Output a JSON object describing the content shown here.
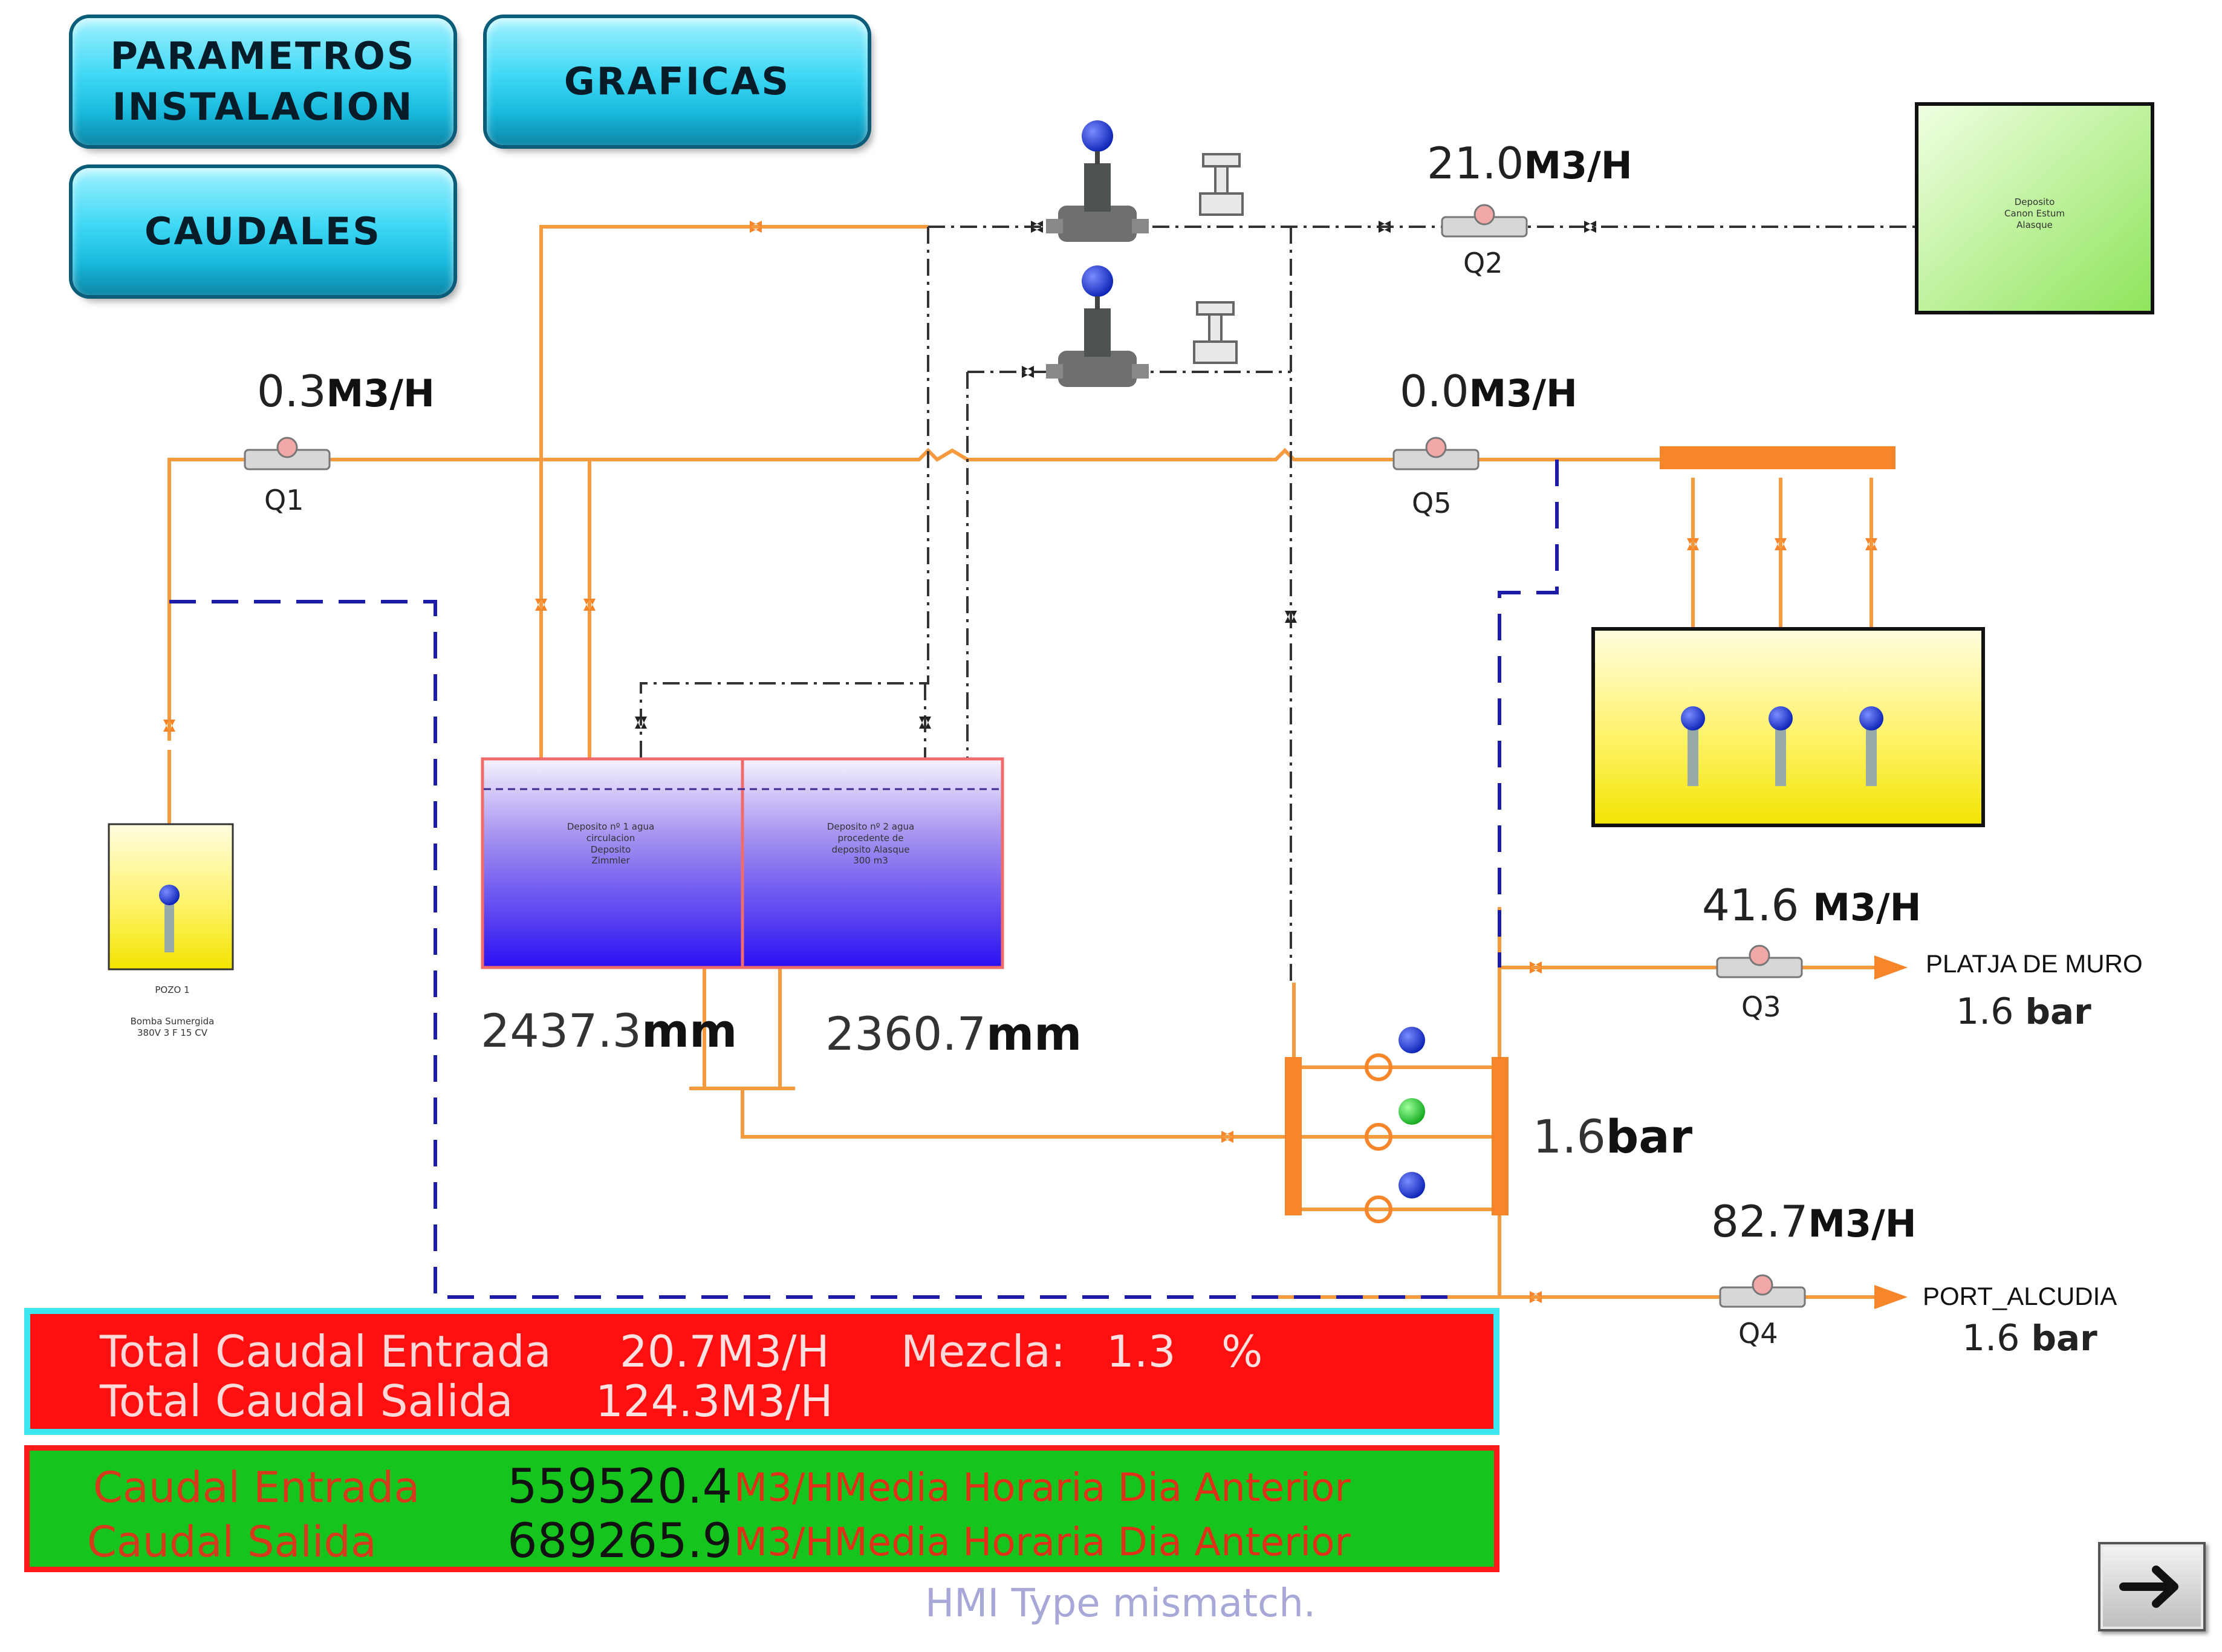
{
  "buttons": {
    "parametros": "PARAMETROS\nINSTALACION",
    "graficas": "GRAFICAS",
    "caudales": "CAUDALES"
  },
  "flows": {
    "q1": {
      "value": "0.3",
      "unit": "M3/H",
      "tag": "Q1"
    },
    "q2": {
      "value": "21.0",
      "unit": "M3/H",
      "tag": "Q2"
    },
    "q3": {
      "value": "41.6",
      "unit": "M3/H",
      "tag": "Q3"
    },
    "q4": {
      "value": "82.7",
      "unit": "M3/H",
      "tag": "Q4"
    },
    "q5": {
      "value": "0.0",
      "unit": "M3/H",
      "tag": "Q5"
    }
  },
  "destinations": {
    "platja": {
      "name": "PLATJA DE MURO",
      "pressure": "1.6",
      "unit": "bar"
    },
    "alcudia": {
      "name": "PORT_ALCUDIA",
      "pressure": "1.6",
      "unit": "bar"
    }
  },
  "tanks": {
    "left_level": {
      "value": "2437.3",
      "unit": "mm"
    },
    "right_level": {
      "value": "2360.7",
      "unit": "mm"
    },
    "left_caption": "Deposito nº 1 agua\ncirculacion\nDeposito\nZimmler",
    "right_caption": "Deposito nº 2 agua\nprocedente de\ndeposito Alasque\n300 m3"
  },
  "manifold_pressure": {
    "value": "1.6",
    "unit": "bar"
  },
  "well": {
    "name": "POZO 1",
    "caption": "Bomba Sumergida\n380V 3 F 15 CV"
  },
  "green_tank_label": "Deposito\nCanon Estum\nAlasque",
  "summary": {
    "entrada_label": "Total Caudal Entrada",
    "entrada_value": "20.7",
    "entrada_unit": "M3/H",
    "mezcla_label": "Mezcla:",
    "mezcla_value": "1.3",
    "mezcla_unit": "%",
    "salida_label": "Total Caudal Salida",
    "salida_value": "124.3",
    "salida_unit": "M3/H"
  },
  "history": {
    "entrada_label": "Caudal Entrada",
    "entrada_value": "559520.4",
    "salida_label": "Caudal Salida",
    "salida_value": "689265.9",
    "unit": "M3/H",
    "suffix": "Media Horaria Dia Anterior"
  },
  "status_text": "HMI Type mismatch.",
  "colors": {
    "pipe": "#f59a3f",
    "control_line": "#333333",
    "signal_line": "#1c1ca8",
    "pump_on": "#19b51f",
    "pump_off": "#1230c8"
  }
}
